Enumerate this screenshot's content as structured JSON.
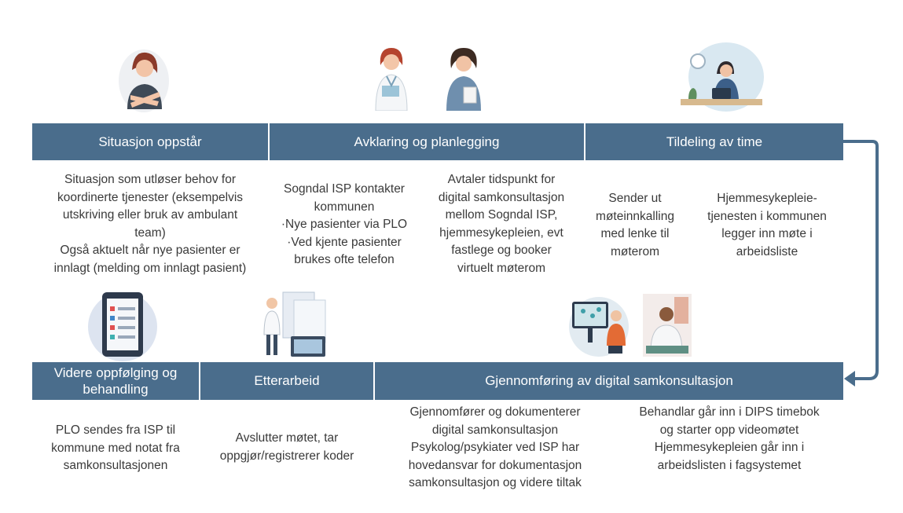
{
  "steps": {
    "situasjon": {
      "title": "Situasjon oppstår",
      "body": "Situasjon som utløser behov for\nkoordinerte tjenester (eksempelvis\nutskriving eller bruk av ambulant\nteam)\nOgså aktuelt når nye pasienter er\ninnlagt (melding om innlagt pasient)"
    },
    "avklaring": {
      "title": "Avklaring og planlegging",
      "body_left": "Sogndal ISP kontakter\nkommunen\n·Nye pasienter via PLO\n·Ved kjente pasienter\nbrukes ofte telefon",
      "body_right": "Avtaler tidspunkt for\ndigital samkonsultasjon\nmellom Sogndal ISP,\nhjemmesykepleien, evt\nfastlege og booker\nvirtuelt møterom"
    },
    "tildeling": {
      "title": "Tildeling av time",
      "body_left": "Sender ut\nmøteinnkalling\nmed lenke til\nmøterom",
      "body_right": "Hjemmesykepleie-\ntjenesten i kommunen\nlegger inn møte i\narbeidsliste"
    },
    "gjennomforing": {
      "title": "Gjennomføring av digital samkonsultasjon",
      "body_left": "Gjennomfører og dokumenterer\ndigital samkonsultasjon\nPsykolog/psykiater ved ISP har\nhovedansvar for dokumentasjon\nsamkonsultasjon og videre tiltak",
      "body_right": "Behandlar går inn i DIPS timebok\nog starter opp videomøtet\nHjemmesykepleien går inn i\narbeidslisten i fagsystemet"
    },
    "etterarbeid": {
      "title": "Etterarbeid",
      "body": "Avslutter møtet, tar\noppgjør/registrerer koder"
    },
    "videre": {
      "title": "Videre oppfølging og\nbehandling",
      "body": "PLO sendes fra ISP til\nkommune med notat fra\nsamkonsultasjonen"
    }
  },
  "colors": {
    "bar": "#4a6d8c",
    "text": "#3a3a3a"
  },
  "icons": [
    "woman-arms-crossed-illustration",
    "doctor-illustration",
    "nurse-illustration",
    "woman-at-desk-illustration",
    "tablet-checklist-illustration",
    "doctor-with-documents-illustration",
    "person-at-computer-illustration",
    "video-call-doctor-illustration",
    "connector-arrow"
  ]
}
